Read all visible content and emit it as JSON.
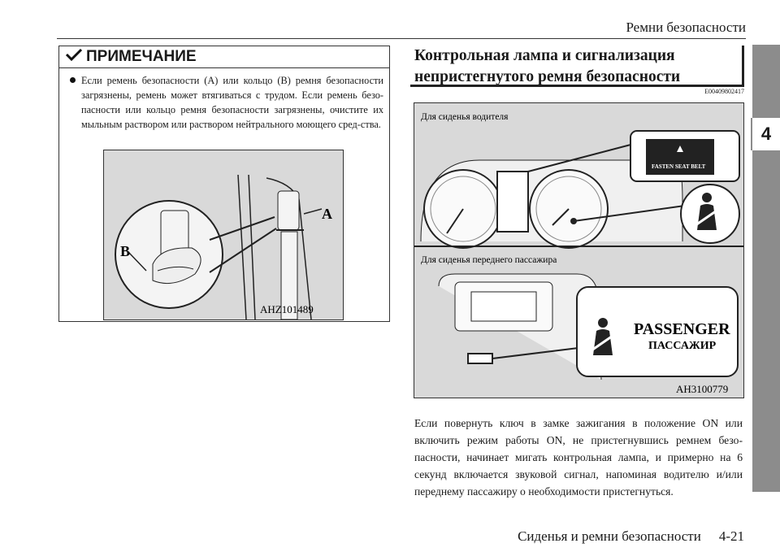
{
  "header": {
    "title": "Ремни безопасности"
  },
  "side_tab": {
    "chapter": "4"
  },
  "note": {
    "heading": "ПРИМЕЧАНИЕ",
    "text": "Если ремень безопасности (A) или кольцо (B) ремня безопасности загрязнены, ремень может втягиваться с трудом. Если ремень безо-пасности или кольцо ремня безопасности загрязнены, очистите их мыльным раствором или раствором нейтрального моющего сред-ства.",
    "figure": {
      "label_a": "A",
      "label_b": "B",
      "code": "AHZ101489"
    }
  },
  "section": {
    "title_line1": "Контрольная лампа и сигнализация",
    "title_line2": "непристегнутого ремня безопасности",
    "code": "E00409802417",
    "figure": {
      "driver_label": "Для сиденья водителя",
      "fasten_text": "FASTEN SEAT BELT",
      "passenger_label": "Для сиденья переднего пассажира",
      "passenger_en": "PASSENGER",
      "passenger_ru": "ПАССАЖИР",
      "code": "AH3100779"
    },
    "body": "Если повернуть ключ в замке зажигания в положение ON или включить режим работы ON, не пристегнувшись ремнем безо-пасности, начинает мигать контрольная лампа, и примерно на 6 секунд включается звуковой сигнал, напоминая водителю и/или переднему пассажиру о необходимости пристегнуться."
  },
  "footer": {
    "section": "Сиденья и ремни безопасности",
    "page": "4-21"
  }
}
